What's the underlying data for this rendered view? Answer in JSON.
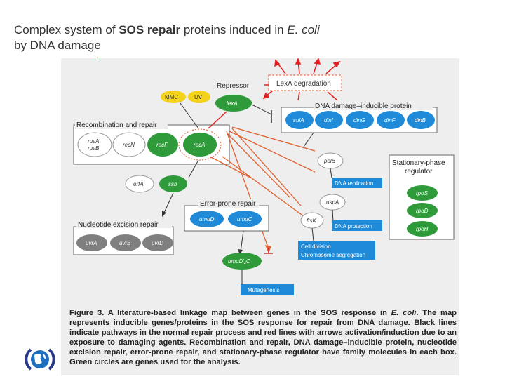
{
  "slide": {
    "title_line1_a": "Complex system of ",
    "title_line1_b": "SOS repair",
    "title_line1_c": " proteins induced in ",
    "title_line1_d": "E. coli",
    "title_line2": "by DNA damage"
  },
  "diagram": {
    "triggers": [
      "MMC",
      "UV"
    ],
    "repressor_label": "Repressor",
    "lexA": "lexA",
    "lexA_degradation": "LexA degradation",
    "recombination": {
      "title": "Recombination and repair",
      "ruv_line1": "ruvA",
      "ruv_line2": "ruvB",
      "recN": "recN",
      "recF": "recF",
      "recA": "recA"
    },
    "dna_damage": {
      "title": "DNA damage–inducible protein",
      "items": [
        "sulA",
        "dinI",
        "dinG",
        "dinF",
        "dinB"
      ]
    },
    "stationary": {
      "title_line1": "Stationary-phase",
      "title_line2": "regulator",
      "items": [
        "rpoS",
        "rpoD",
        "rpoH"
      ]
    },
    "orfA": "orfA",
    "ssb": "ssb",
    "polB": "polB",
    "dna_replication": "DNA replication",
    "error_prone": {
      "title": "Error-prone repair",
      "items": [
        "umuD",
        "umuC"
      ]
    },
    "uspA": "uspA",
    "ftsK": "ftsK",
    "dna_protection": "DNA protection",
    "nucleotide": {
      "title": "Nucleotide excision repair",
      "items": [
        "uvrA",
        "uvrB",
        "uvrD"
      ]
    },
    "cell_division_line1": "Cell division",
    "cell_division_line2": "Chromosome segregation",
    "umuD2C": "umuD′₂C",
    "mutagenesis": "Mutagenesis"
  },
  "caption": {
    "label": "Figure 3.",
    "text_a": " A literature-based linkage map between genes in the SOS response in ",
    "text_italic": "E. coli",
    "text_b": ". The map represents inducible genes/proteins in the SOS response for repair from DNA damage. Black lines indicate pathways in the normal repair process and red lines with arrows activation/induction due to an exposure to damaging agents. Recombination and repair, DNA damage–inducible protein, nucleotide excision repair, error-prone repair, and stationary-phase regulator have family molecules in each box. Green circles are genes used for the analysis."
  },
  "colors": {
    "green_node": "#2e9a3a",
    "gray_node": "#7f7f7f",
    "white_node": "#ffffff",
    "blue_box": "#1f8ad8",
    "red_arrow": "#e02020",
    "orange_line": "#e06030",
    "yellow_node": "#f2d21a"
  }
}
